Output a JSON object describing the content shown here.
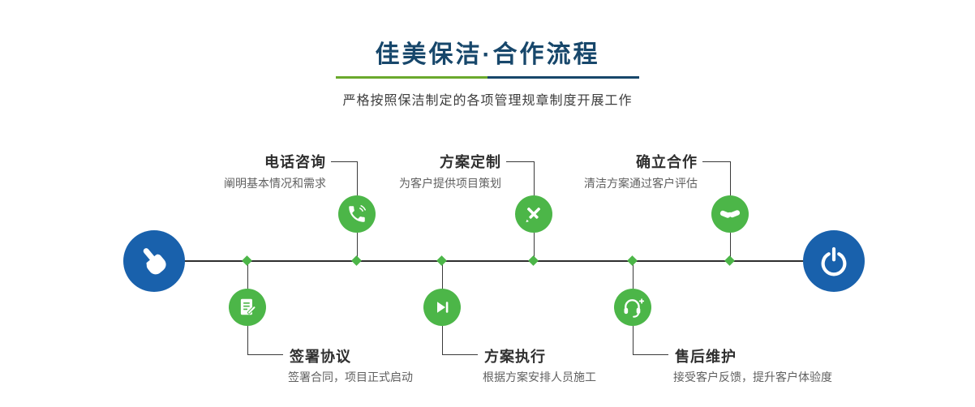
{
  "header": {
    "title": "佳美保洁·合作流程",
    "subtitle": "严格按照保洁制定的各项管理规章制度开展工作"
  },
  "flow": {
    "top_steps": [
      {
        "label": "电话咨询",
        "desc": "阐明基本情况和需求",
        "icon": "phone-icon"
      },
      {
        "label": "方案定制",
        "desc": "为客户提供项目策划",
        "icon": "design-tools-icon"
      },
      {
        "label": "确立合作",
        "desc": "清洁方案通过客户评估",
        "icon": "handshake-icon"
      }
    ],
    "bottom_steps": [
      {
        "label": "签署协议",
        "desc": "签署合同，项目正式启动",
        "icon": "contract-icon"
      },
      {
        "label": "方案执行",
        "desc": "根据方案安排人员施工",
        "icon": "play-next-icon"
      },
      {
        "label": "售后维护",
        "desc": "接受客户反馈，提升客户体验度",
        "icon": "headset-icon"
      }
    ],
    "endpoints": {
      "start_icon": "pointing-hand-icon",
      "end_icon": "power-icon"
    },
    "colors": {
      "green": "#4CB648",
      "blue": "#1961AC",
      "title_navy": "#17476B",
      "underline_green": "#6AA92C"
    }
  }
}
